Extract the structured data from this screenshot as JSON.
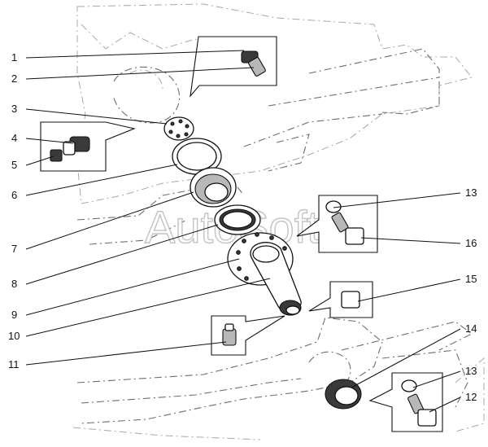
{
  "watermark": "AutoSoft",
  "callouts": [
    {
      "id": "c1",
      "label": "1"
    },
    {
      "id": "c2",
      "label": "2"
    },
    {
      "id": "c3",
      "label": "3"
    },
    {
      "id": "c4",
      "label": "4"
    },
    {
      "id": "c5",
      "label": "5"
    },
    {
      "id": "c6",
      "label": "6"
    },
    {
      "id": "c7",
      "label": "7"
    },
    {
      "id": "c8",
      "label": "8"
    },
    {
      "id": "c9",
      "label": "9"
    },
    {
      "id": "c10",
      "label": "10"
    },
    {
      "id": "c11",
      "label": "11"
    },
    {
      "id": "c13a",
      "label": "13"
    },
    {
      "id": "c16",
      "label": "16"
    },
    {
      "id": "c15",
      "label": "15"
    },
    {
      "id": "c14",
      "label": "14"
    },
    {
      "id": "c13b",
      "label": "13"
    },
    {
      "id": "c12",
      "label": "12"
    }
  ]
}
